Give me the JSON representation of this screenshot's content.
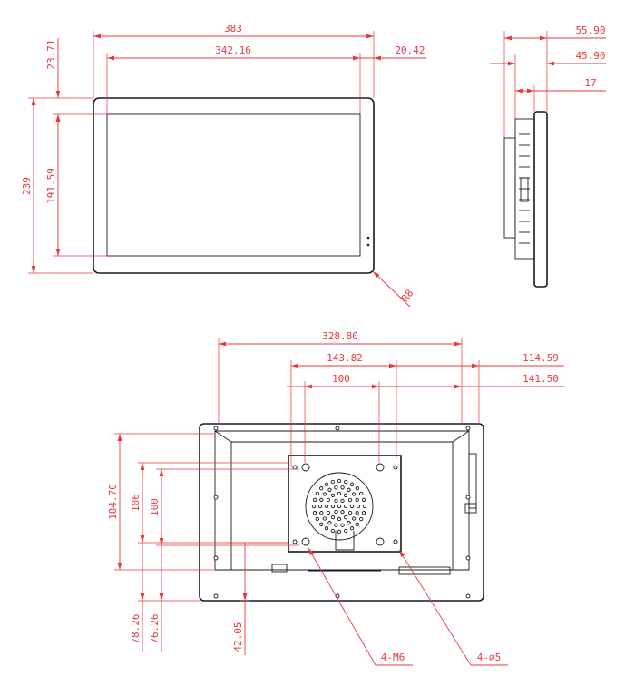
{
  "front_view": {
    "width": "383",
    "screen_width": "342.16",
    "side_margin": "20.42",
    "top_margin": "23.71",
    "height": "239",
    "screen_height": "191.59",
    "corner_radius": "R8"
  },
  "side_view": {
    "depth_total": "55.90",
    "depth_body": "45.90",
    "bezel_depth": "17"
  },
  "rear_view": {
    "mount_span": "328.80",
    "vesa_left_offset": "143.82",
    "vesa_hole_spacing": "100",
    "right_offset_1": "114.59",
    "right_offset_2": "141.50",
    "height": "184.70",
    "plate_height": "106",
    "vesa_vertical": "100",
    "bottom_offset_1": "78.26",
    "bottom_offset_2": "76.26",
    "bottom_offset_3": "42.05",
    "screw_callout": "4-M6",
    "hole_callout": "4-⌀5"
  },
  "colors": {
    "dimension": "#e8383d",
    "outline": "#1a1a1a"
  }
}
